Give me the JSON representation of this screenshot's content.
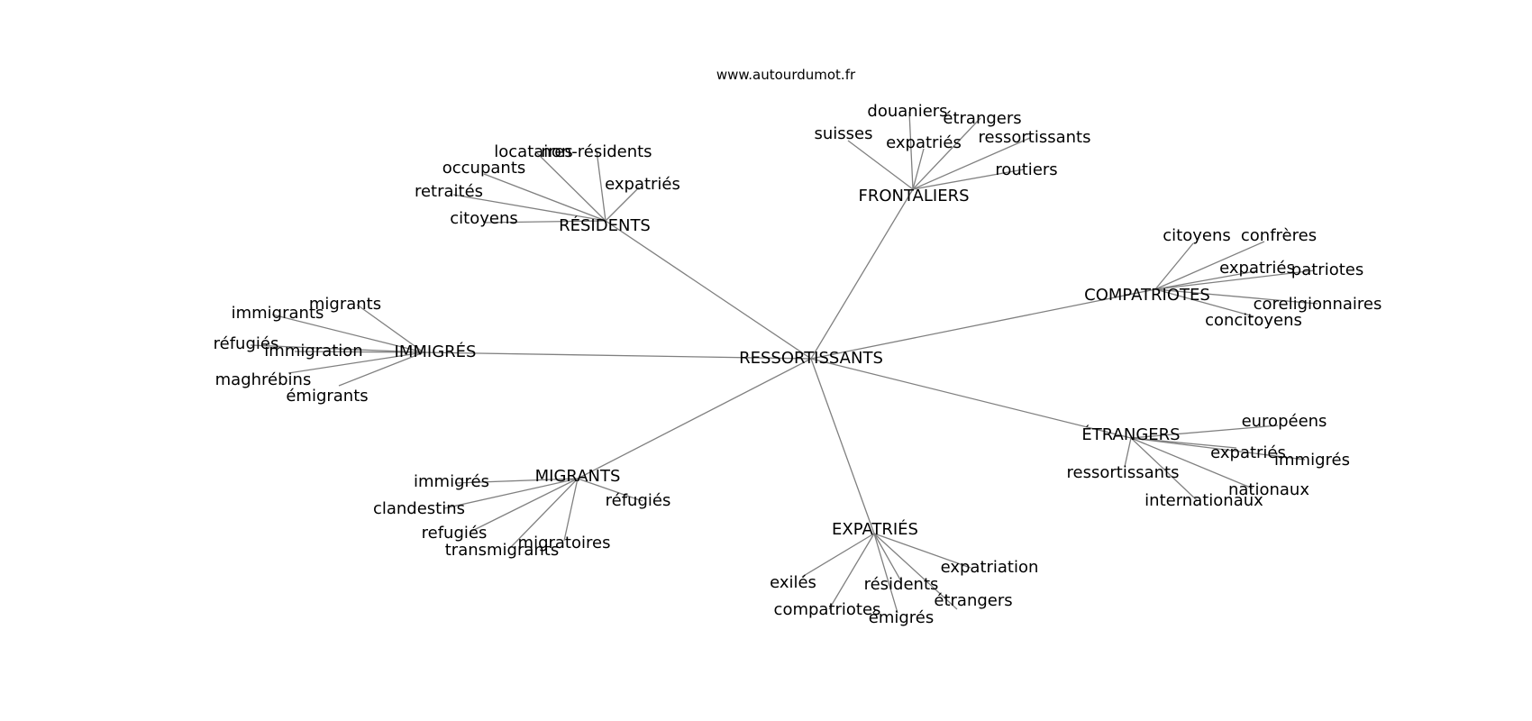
{
  "source": "www.autourdumot.fr",
  "graph": {
    "root": "RESSORTISSANTS",
    "edge_color": "#808080",
    "hubs": [
      {
        "id": "residents",
        "label": "RÉSIDENTS",
        "words": [
          "locataires",
          "non-résidents",
          "occupants",
          "expatriés",
          "retraités",
          "citoyens"
        ]
      },
      {
        "id": "frontaliers",
        "label": "FRONTALIERS",
        "words": [
          "douaniers",
          "étrangers",
          "suisses",
          "expatriés",
          "ressortissants",
          "routiers"
        ]
      },
      {
        "id": "compatriotes",
        "label": "COMPATRIOTES",
        "words": [
          "citoyens",
          "confrères",
          "expatriés",
          "patriotes",
          "coreligionnaires",
          "concitoyens"
        ]
      },
      {
        "id": "immigres",
        "label": "IMMIGRÉS",
        "words": [
          "migrants",
          "immigrants",
          "réfugiés",
          "immigration",
          "maghrébins",
          "émigrants"
        ]
      },
      {
        "id": "etrangers",
        "label": "ÉTRANGERS",
        "words": [
          "européens",
          "expatriés",
          "immigrés",
          "ressortissants",
          "nationaux",
          "internationaux"
        ]
      },
      {
        "id": "migrants",
        "label": "MIGRANTS",
        "words": [
          "immigrés",
          "clandestins",
          "réfugiés",
          "refugiés",
          "migratoires",
          "transmigrants"
        ]
      },
      {
        "id": "expatries",
        "label": "EXPATRIÉS",
        "words": [
          "expatriation",
          "exilés",
          "résidents",
          "étrangers",
          "compatriotes",
          "émigrés"
        ]
      }
    ]
  }
}
